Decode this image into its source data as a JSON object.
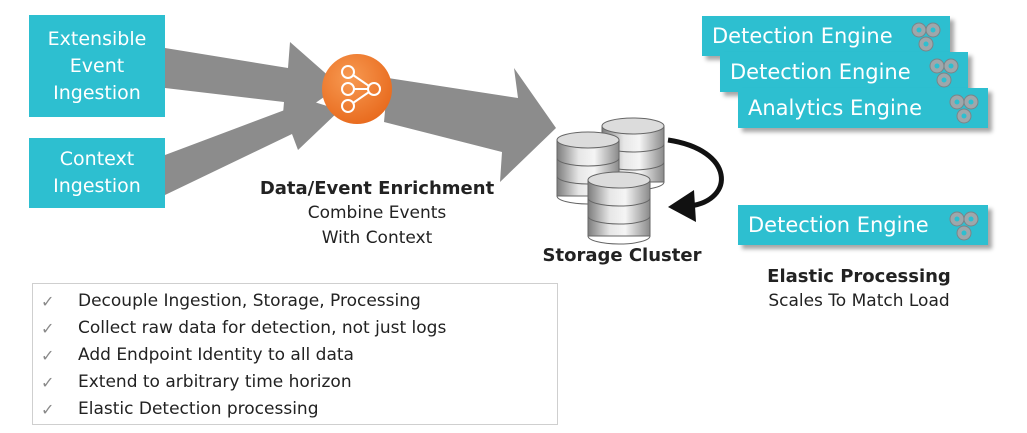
{
  "inputs": {
    "event_ingestion": "Extensible\nEvent\nIngestion",
    "context_ingestion": "Context\nIngestion"
  },
  "enrichment": {
    "title": "Data/Event Enrichment",
    "line1": "Combine Events",
    "line2": "With Context"
  },
  "storage": {
    "title": "Storage Cluster"
  },
  "engines": [
    {
      "label": "Detection Engine",
      "icon": "gears-icon"
    },
    {
      "label": "Detection Engine",
      "icon": "gears-icon"
    },
    {
      "label": "Analytics Engine",
      "icon": "gears-icon"
    }
  ],
  "elastic": {
    "engine_label": "Detection Engine",
    "title": "Elastic Processing",
    "subtitle": "Scales To Match Load"
  },
  "checklist": [
    "Decouple Ingestion, Storage, Processing",
    "Collect raw data for detection, not just logs",
    "Add Endpoint Identity to all data",
    "Extend to arbitrary time horizon",
    "Elastic Detection processing"
  ],
  "colors": {
    "box": "#2dbfd0",
    "arrow": "#8c8c8c",
    "enrichment_node": "#f07a2a",
    "check": "#8a8a8a"
  }
}
